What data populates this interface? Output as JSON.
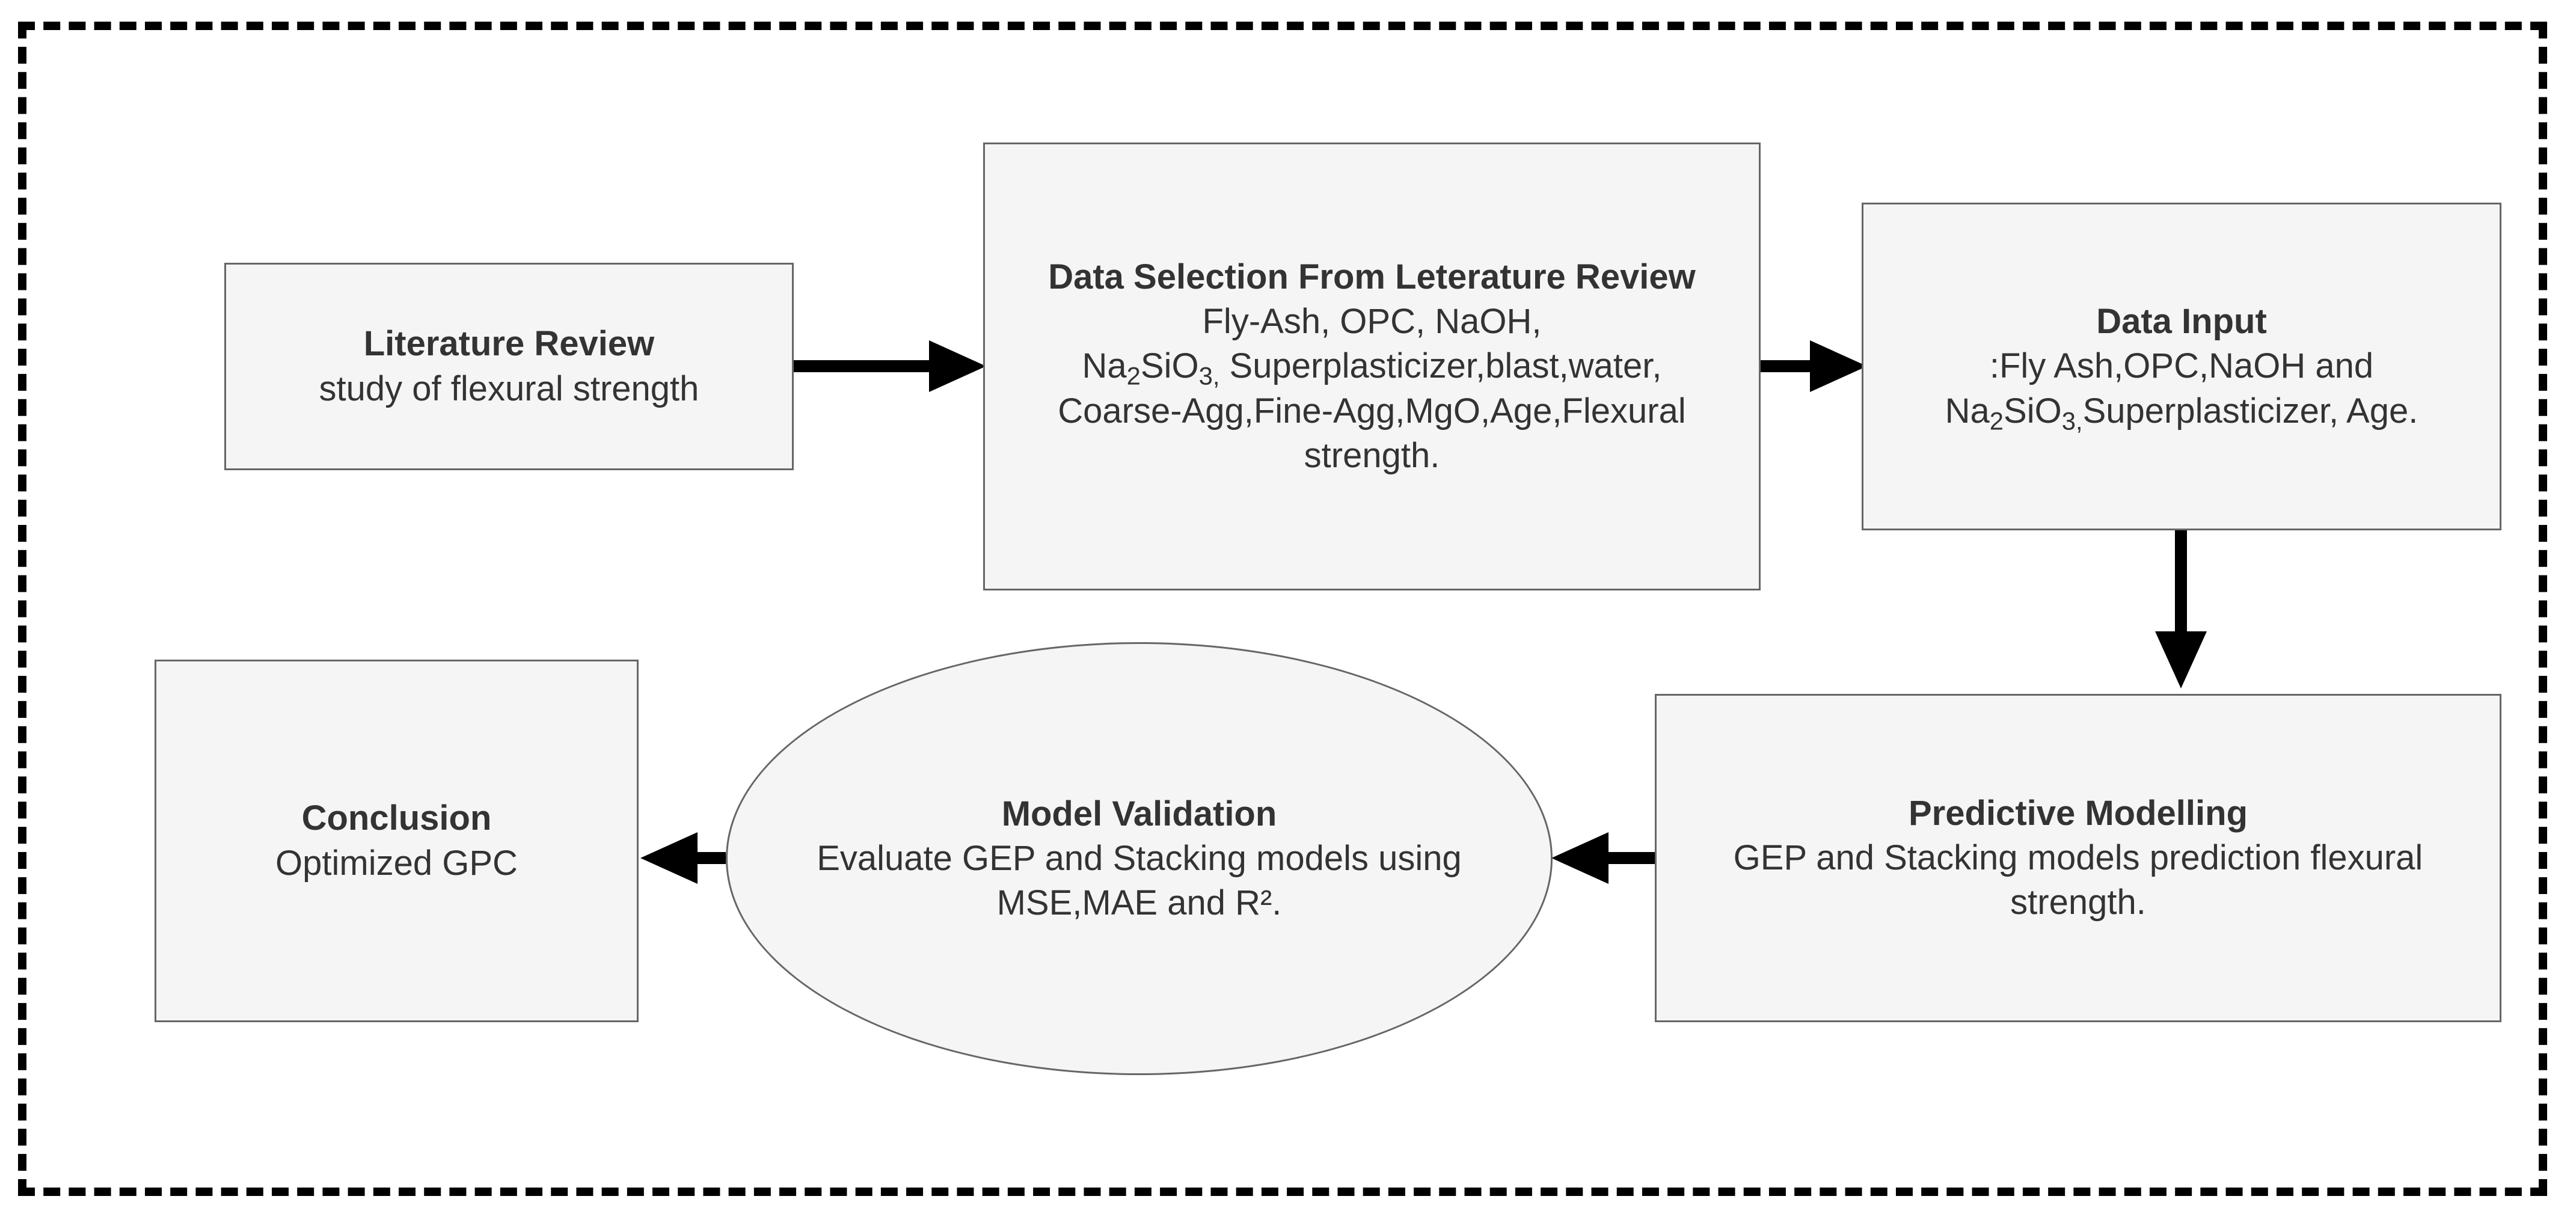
{
  "nodes": {
    "literature_review": {
      "title": "Literature Review",
      "text": "study of flexural strength"
    },
    "data_selection": {
      "title": "Data Selection From Leterature Review",
      "line1": "Fly-Ash, OPC, NaOH,",
      "line2_pre": "Na",
      "line2_sub1": "2",
      "line2_mid": "SiO",
      "line2_sub2": "3",
      "line2_sub_comma": ",",
      "line2_post": " Superplasticizer,blast,water,",
      "line3": "Coarse-Agg,Fine-Agg,MgO,Age,Flexural",
      "line4": "strength."
    },
    "data_input": {
      "title": "Data Input",
      "line1": ":Fly Ash,OPC,NaOH and",
      "line2_pre": "Na",
      "line2_sub1": "2",
      "line2_mid": "SiO",
      "line2_sub2": "3",
      "line2_sub_comma": ",",
      "line2_post": "Superplasticizer, Age."
    },
    "predictive_modelling": {
      "title": "Predictive Modelling",
      "line1": "GEP and Stacking models prediction flexural",
      "line2": "strength."
    },
    "model_validation": {
      "title": "Model Validation",
      "line1": "Evaluate GEP and Stacking models using",
      "line2": "MSE,MAE and R²."
    },
    "conclusion": {
      "title": "Conclusion",
      "text": "Optimized GPC"
    }
  },
  "edges": [
    {
      "from": "literature_review",
      "to": "data_selection"
    },
    {
      "from": "data_selection",
      "to": "data_input"
    },
    {
      "from": "data_input",
      "to": "predictive_modelling"
    },
    {
      "from": "predictive_modelling",
      "to": "model_validation"
    },
    {
      "from": "model_validation",
      "to": "conclusion"
    }
  ],
  "colors": {
    "node_fill": "#f5f5f5",
    "node_stroke": "#666666",
    "text": "#333333",
    "arrow": "#000000",
    "frame": "#000000"
  }
}
